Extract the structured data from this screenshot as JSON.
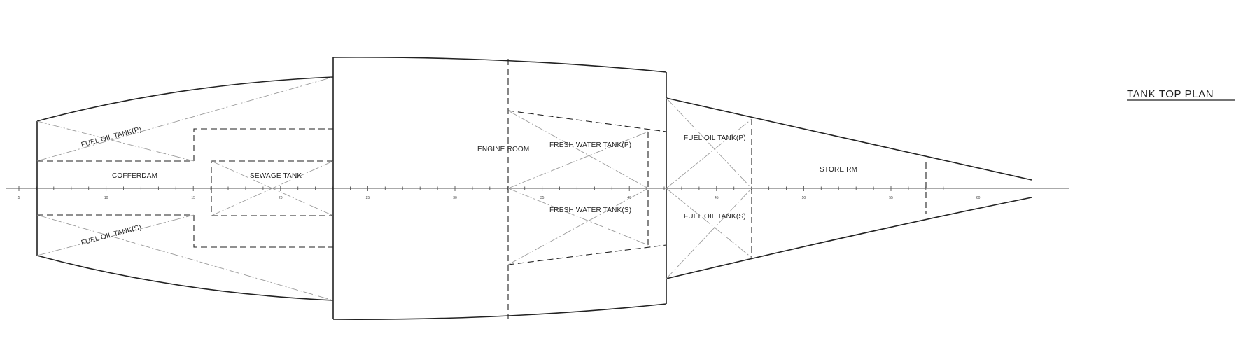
{
  "title": "TANK TOP PLAN",
  "compartments": {
    "fuel_oil_tank_p_aft": "FUEL OIL TANK(P)",
    "cofferdam": "COFFERDAM",
    "fuel_oil_tank_s_aft": "FUEL OIL TANK(S)",
    "sewage_tank": "SEWAGE TANK",
    "engine_room": "ENGINE ROOM",
    "fresh_water_tank_p": "FRESH WATER TANK(P)",
    "fresh_water_tank_s": "FRESH WATER TANK(S)",
    "fuel_oil_tank_p_fwd": "FUEL OIL TANK(P)",
    "fuel_oil_tank_s_fwd": "FUEL OIL TANK(S)",
    "store_rm": "STORE RM"
  },
  "frame_labels": [
    "5",
    "10",
    "15",
    "20",
    "25",
    "30",
    "35",
    "40",
    "45",
    "50",
    "55",
    "60"
  ]
}
